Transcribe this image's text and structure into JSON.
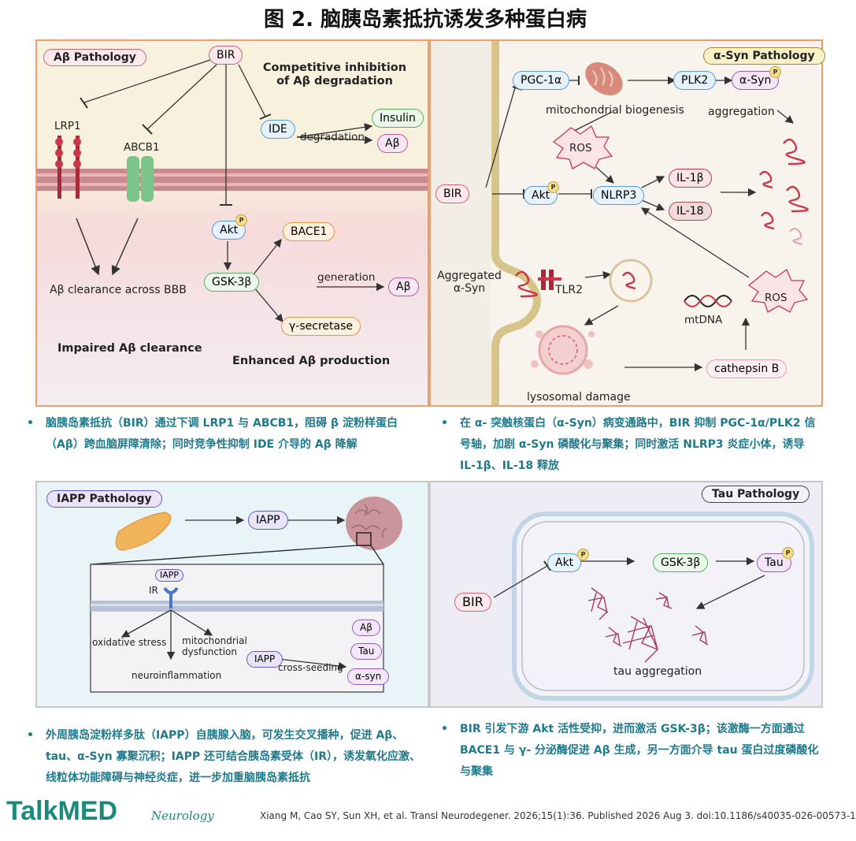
{
  "title": "图 2. 脑胰岛素抵抗诱发多种蛋白病",
  "panels": {
    "abeta": {
      "label": "Aβ Pathology",
      "bir": "BIR",
      "competitive": "Competitive inhibition of Aβ degradation",
      "lrp1": "LRP1",
      "abcb1": "ABCB1",
      "ide": "IDE",
      "insulin": "Insulin",
      "abeta": "Aβ",
      "degradation": "degradation",
      "akt": "Akt",
      "p": "P",
      "bace1": "BACE1",
      "gsk3b": "GSK-3β",
      "generation": "generation",
      "gamma": "γ-secretase",
      "clearance": "Aβ clearance across BBB",
      "impaired": "Impaired Aβ clearance",
      "enhanced": "Enhanced Aβ production"
    },
    "asyn": {
      "label": "α-Syn Pathology",
      "pgc": "PGC-1α",
      "plk2": "PLK2",
      "asyn": "α-Syn",
      "mito": "mitochondrial biogenesis",
      "aggregation": "aggregation",
      "ros": "ROS",
      "bir": "BIR",
      "akt": "Akt",
      "nlrp3": "NLRP3",
      "il1b": "IL-1β",
      "il18": "IL-18",
      "aggregated": "Aggregated α-Syn",
      "tlr2": "TLR2",
      "mtdna": "mtDNA",
      "ros2": "ROS",
      "lyso": "lysosomal damage",
      "cathepsin": "cathepsin B"
    },
    "iapp": {
      "label": "IAPP Pathology",
      "iapp": "IAPP",
      "iapp_small": "IAPP",
      "ir": "IR",
      "oxidative": "oxidative stress",
      "mito": "mitochondrial dysfunction",
      "neuro": "neuroinflammation",
      "iapp2": "IAPP",
      "cross": "cross-seeding",
      "abeta": "Aβ",
      "tau": "Tau",
      "asyn": "α-syn"
    },
    "tau": {
      "label": "Tau Pathology",
      "bir": "BIR",
      "akt": "Akt",
      "gsk": "GSK-3β",
      "tau": "Tau",
      "agg": "tau aggregation"
    }
  },
  "bullets": {
    "b1": "脑胰岛素抵抗（BIR）通过下调 LRP1 与 ABCB1，阻碍 β 淀粉样蛋白（Aβ）跨血脑屏障清除；同时竞争性抑制 IDE 介导的 Aβ 降解",
    "b2": "在 α- 突触核蛋白（α-Syn）病变通路中，BIR 抑制 PGC-1α/PLK2 信号轴，加剧 α-Syn 磷酸化与聚集；同时激活 NLRP3 炎症小体，诱导 IL-1β、IL-18 释放",
    "b3": "外周胰岛淀粉样多肽（IAPP）自胰腺入脑，可发生交叉播种，促进 Aβ、tau、α-Syn 寡聚沉积；IAPP 还可结合胰岛素受体（IR），诱发氧化应激、线粒体功能障碍与神经炎症，进一步加重脑胰岛素抵抗",
    "b4": "BIR 引发下游 Akt 活性受抑，进而激活 GSK-3β；该激酶一方面通过 BACE1 与 γ- 分泌酶促进 Aβ 生成，另一方面介导 tau 蛋白过度磷酸化与聚集"
  },
  "footer": {
    "brand": "TalkMED",
    "journal": "Neurology",
    "citation": "Xiang M, Cao SY, Sun XH, et al. Transl Neurodegener. 2026;15(1):36. Published 2026 Aug 3. doi:10.1186/s40035-026-00573-1"
  },
  "colors": {
    "teal": "#1f7a8c",
    "brand": "#1a8a7a",
    "border": "#e8a070",
    "red": "#b0283a"
  }
}
